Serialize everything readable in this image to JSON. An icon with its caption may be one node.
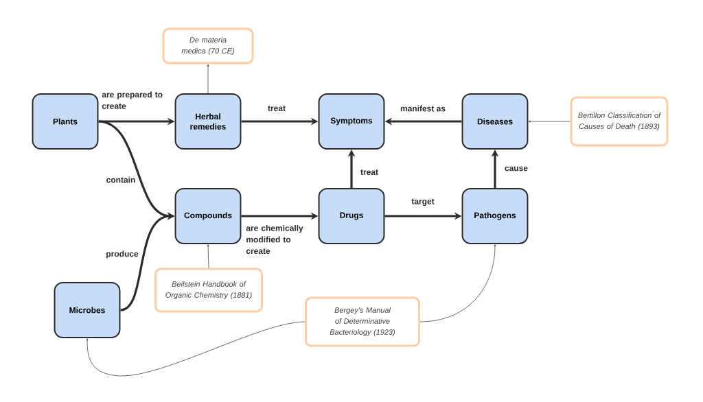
{
  "diagram": {
    "nodes": [
      {
        "text": [
          "Plants"
        ]
      },
      {
        "text": [
          "Herbal remedies"
        ]
      },
      {
        "text": [
          "Symptoms"
        ]
      },
      {
        "text": [
          "Diseases"
        ]
      },
      {
        "text": [
          "Compounds"
        ]
      },
      {
        "text": [
          "Drugs"
        ]
      },
      {
        "text": [
          "Pathogens"
        ]
      },
      {
        "text": [
          "Microbes"
        ]
      },
      {
        "text": [
          "De materia medica (70 CE)"
        ]
      },
      {
        "text": [
          "Bertillon Classification of Causes of Death (1893)"
        ]
      },
      {
        "text": [
          "Beilstein Handbook of Organic Chemistry (1881)"
        ]
      },
      {
        "text": [
          "Bergey’s Manual of Determinative Bacteriology (1923)"
        ]
      }
    ],
    "edges": [
      {
        "from": 0,
        "to": 1,
        "arrow": "to",
        "label": "are prepared to create"
      },
      {
        "from": 1,
        "to": 2,
        "arrow": "to",
        "label": "treat"
      },
      {
        "from": 3,
        "to": 2,
        "arrow": "to",
        "label": "manifest as"
      },
      {
        "from": 0,
        "to": 4,
        "arrow": "to",
        "label": "contain"
      },
      {
        "from": 7,
        "to": 4,
        "arrow": "to",
        "label": "produce"
      },
      {
        "from": 4,
        "to": 5,
        "arrow": "to",
        "label": "are chemically modified to create"
      },
      {
        "from": 5,
        "to": 2,
        "arrow": "to",
        "label": "treat"
      },
      {
        "from": 5,
        "to": 6,
        "arrow": "to",
        "label": "target"
      },
      {
        "from": 6,
        "to": 3,
        "arrow": "to",
        "label": "cause"
      },
      {
        "from": 1,
        "to": 8,
        "arrow": "to",
        "color": "#444444"
      },
      {
        "from": 9,
        "to": 3,
        "arrow": "to",
        "color": "#444444"
      },
      {
        "from": 10,
        "to": 4,
        "arrow": "to",
        "color": "#444444"
      },
      {
        "from": 11,
        "to": 6,
        "arrow": "to",
        "color": "#444444"
      },
      {
        "from": 11,
        "to": 7,
        "arrow": "to",
        "color": "#444444"
      }
    ]
  }
}
